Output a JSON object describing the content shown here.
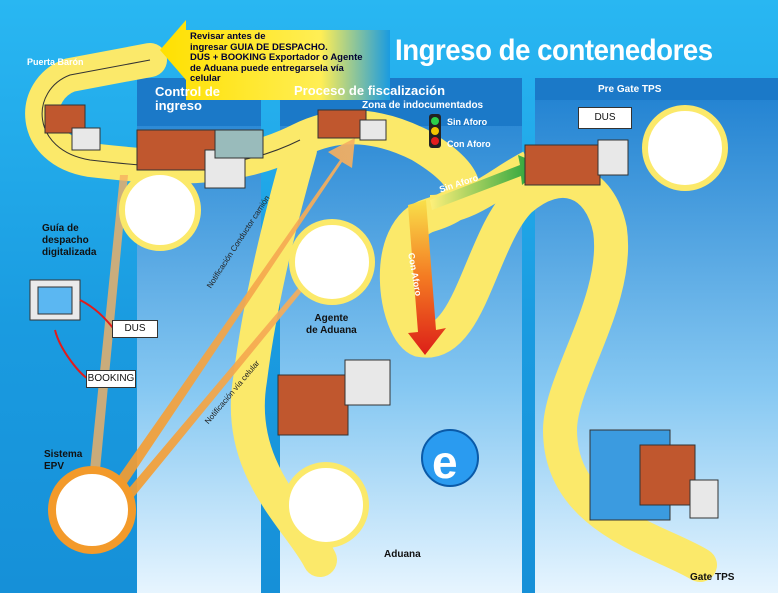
{
  "title": "Ingreso de contenedores",
  "notice": {
    "lines": [
      "Revisar  antes de",
      "ingresar  GUIA DE DESPACHO.",
      "DUS + BOOKING Exportador o Agente",
      "de Aduana puede entregarsela vía",
      "celular"
    ]
  },
  "places": {
    "puerta_baron": "Puerta Barón",
    "gate_tps": "Gate TPS"
  },
  "columns": {
    "control": [
      "Control de",
      "ingreso"
    ],
    "fiscalizacion": "Proceso de fiscalización",
    "zona": "Zona de indocumentados",
    "pregate": "Pre Gate TPS"
  },
  "traffic_light": {
    "sin_aforo": "Sin Aforo",
    "con_aforo": "Con Aforo"
  },
  "route_labels": {
    "sin_aforo": "Sin Aforo",
    "con_aforo": "Con Aforo",
    "notif_conductor": "Notificación Conductor camión",
    "notif_celular": "Notificación vía celular"
  },
  "docs": {
    "guia": [
      "Guía de",
      "despacho",
      "digitalizada"
    ],
    "dus": "DUS",
    "booking": "BOOKING",
    "pregate_dus": "DUS"
  },
  "actors": {
    "agente": [
      "Agente",
      "de Aduana"
    ],
    "sistema": [
      "Sistema",
      "EPV"
    ],
    "aduana": "Aduana"
  },
  "colors": {
    "sky": "#1a9be0",
    "panel": "#1e88d6",
    "road": "#fbe96a",
    "arrow_orange": "#f7a640",
    "arrow_green": "#1ea63a",
    "arrow_red": "#e23a1a",
    "notice_yellow": "#ffe400"
  }
}
